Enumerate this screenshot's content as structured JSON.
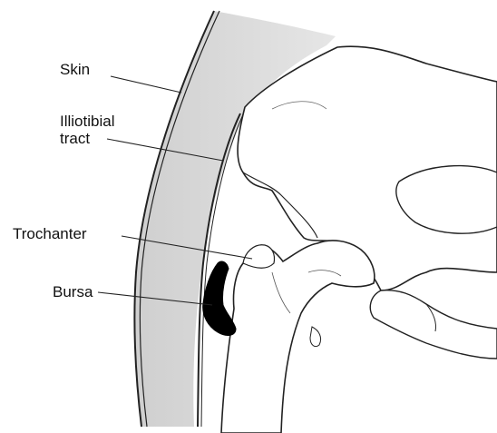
{
  "diagram": {
    "labels": {
      "skin": "Skin",
      "iliotibial_line1": "Illiotibial",
      "iliotibial_line2": "tract",
      "trochanter": "Trochanter",
      "bursa": "Bursa"
    },
    "colors": {
      "line": "#222222",
      "skin_fill": "#d4d4d4",
      "bone_fill": "#ffffff",
      "bursa_fill": "#000000",
      "background": "#ffffff"
    }
  }
}
